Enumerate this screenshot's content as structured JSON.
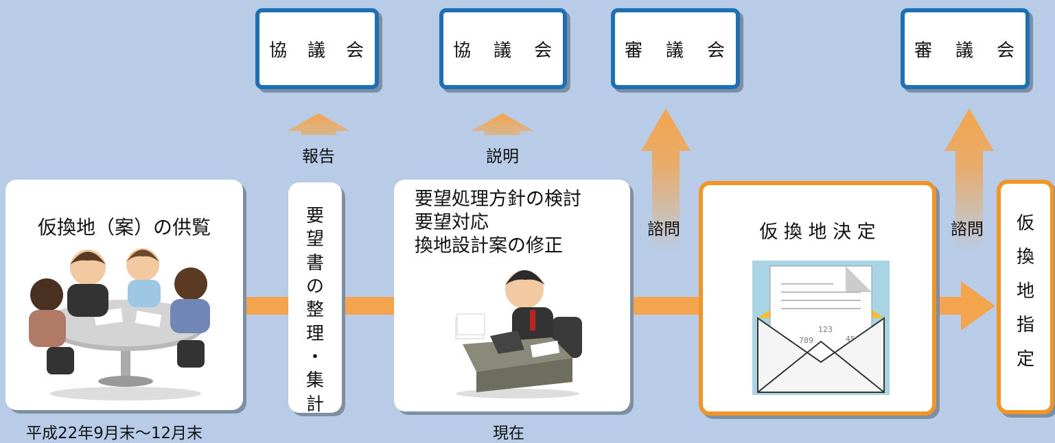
{
  "councils": [
    {
      "chars": [
        "協",
        "議",
        "会"
      ]
    },
    {
      "chars": [
        "協",
        "議",
        "会"
      ]
    },
    {
      "chars": [
        "審",
        "議",
        "会"
      ]
    },
    {
      "chars": [
        "審",
        "議",
        "会"
      ]
    }
  ],
  "arrow_labels": {
    "report": "報告",
    "explain": "説明",
    "consult1": "諮問",
    "consult2": "諮問"
  },
  "card1": {
    "title": "仮換地（案）の供覧",
    "date": "平成22年9月末〜12月末"
  },
  "card2": {
    "chars": [
      "要",
      "望",
      "書",
      "の",
      "整",
      "理",
      "・",
      "集",
      "計"
    ]
  },
  "card3": {
    "lines": [
      "要望処理方針の検討",
      "要望対応",
      "換地設計案の修正"
    ],
    "date": "現在"
  },
  "card4": {
    "title": "仮 換 地 決 定",
    "nums": [
      "123",
      "789",
      "456"
    ]
  },
  "card5": {
    "chars": [
      "仮",
      "換",
      "地",
      "指",
      "定"
    ]
  },
  "colors": {
    "background": "#b8cce8",
    "council_border": "#1d6fb6",
    "accent": "#f19624",
    "arrow": "#f4a44c"
  }
}
